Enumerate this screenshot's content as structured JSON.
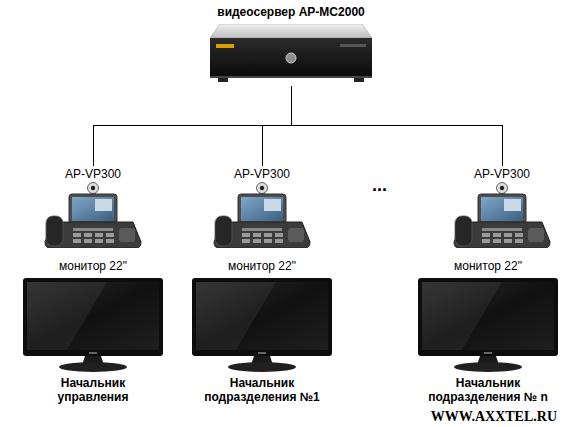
{
  "diagram": {
    "nodes": [
      {
        "text": [
          "видеосервер AP-MC2000"
        ]
      },
      {
        "text": [
          "AP-VP300"
        ]
      },
      {
        "text": [
          "AP-VP300"
        ]
      },
      {
        "text": [
          "AP-VP300"
        ]
      },
      {
        "text": [
          "монитор 22\"",
          "Начальник управления"
        ]
      },
      {
        "text": [
          "монитор 22\"",
          "Начальник подразделения №1"
        ]
      },
      {
        "text": [
          "монитор 22\"",
          "Начальник подразделения № n"
        ]
      }
    ],
    "edges": [
      {
        "from": 0,
        "to": 1,
        "arrow": "none"
      },
      {
        "from": 0,
        "to": 2,
        "arrow": "none"
      },
      {
        "from": 0,
        "to": 3,
        "arrow": "none"
      }
    ],
    "labels": [
      "...",
      "WWW.AXXTEL.RU"
    ]
  }
}
